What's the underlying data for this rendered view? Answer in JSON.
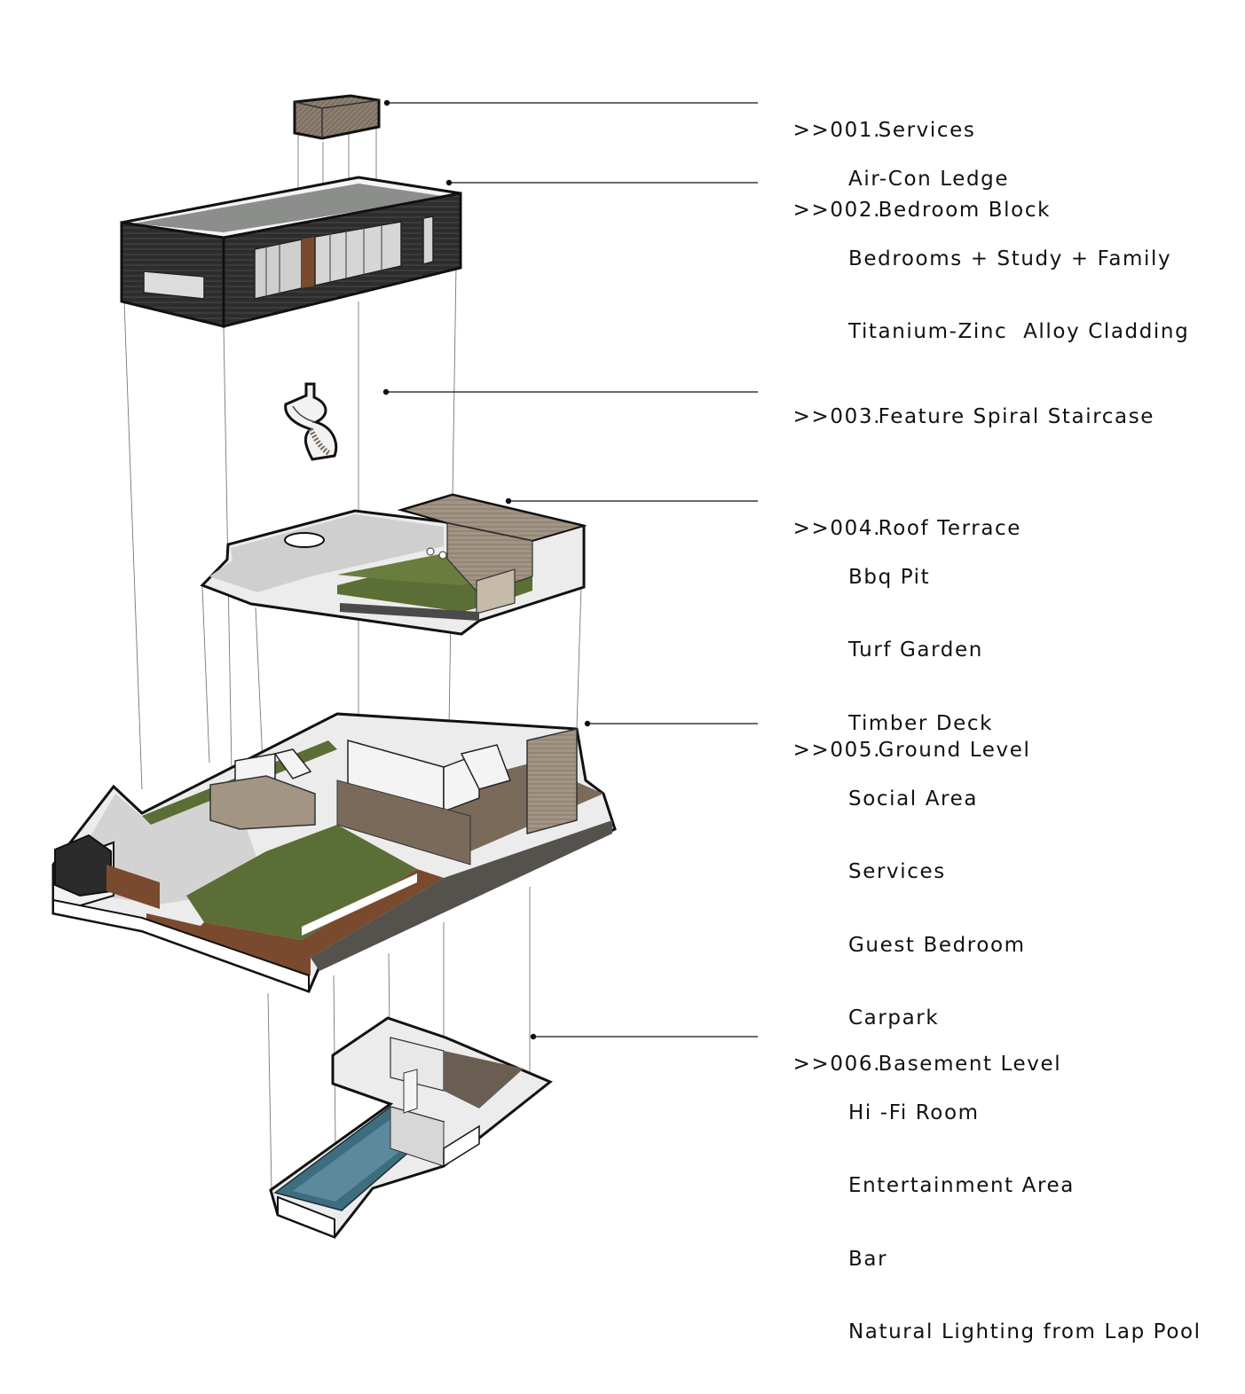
{
  "callouts": [
    {
      "id": "001",
      "prefix": ">>001.",
      "title": "Services",
      "items": [
        "Air-Con Ledge"
      ]
    },
    {
      "id": "002",
      "prefix": ">>002.",
      "title": "Bedroom Block",
      "items": [
        "Bedrooms + Study + Family",
        "Titanium-Zinc  Alloy Cladding"
      ]
    },
    {
      "id": "003",
      "prefix": ">>003.",
      "title": "Feature Spiral Staircase",
      "items": []
    },
    {
      "id": "004",
      "prefix": ">>004.",
      "title": "Roof Terrace",
      "items": [
        "Bbq Pit",
        "Turf Garden",
        "Timber Deck"
      ]
    },
    {
      "id": "005",
      "prefix": ">>005.",
      "title": "Ground Level",
      "items": [
        "Social Area",
        "Services",
        "Guest Bedroom",
        "Carpark"
      ]
    },
    {
      "id": "006",
      "prefix": ">>006.",
      "title": "Basement Level",
      "items": [
        "Hi -Fi Room",
        "Entertainment Area",
        "Bar",
        "Natural Lighting from Lap Pool"
      ]
    }
  ],
  "colors": {
    "ink": "#111111",
    "cladding": "#2b2b2b",
    "roof": "#8d8f8a",
    "turf": "#5b6e35",
    "timber": "#9a8f7f",
    "corten": "#7a4a2e",
    "concrete": "#cfcfcf",
    "pool": "#3e6d80"
  }
}
